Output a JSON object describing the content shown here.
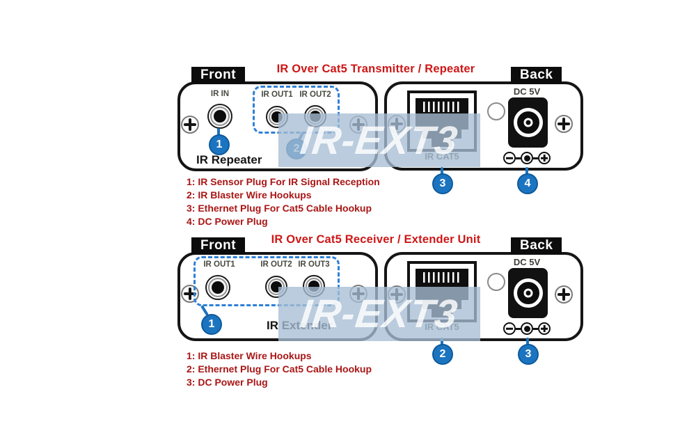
{
  "watermark": {
    "text": "IR-EXT3"
  },
  "colors": {
    "title_red": "#CE1616",
    "legend_red": "#A91515",
    "callout_blue": "#1B74C0",
    "dashed_outline_blue": "#2E7FD6",
    "watermark_band": "#A7BED3",
    "panel_border": "#151515"
  },
  "devices": [
    {
      "title": "IR Over Cat5 Transmitter / Repeater",
      "front_tab": "Front",
      "back_tab": "Back",
      "front": {
        "panel_name": "IR Repeater",
        "ir_in_label": "IR IN",
        "out_labels": [
          "IR OUT1",
          "IR OUT2"
        ],
        "callouts": {
          "sensor": "1",
          "blaster_group": "2"
        }
      },
      "back": {
        "power_label": "DC 5V",
        "rj45_label": "IR CAT5",
        "callouts": {
          "ethernet": "3",
          "power": "4"
        }
      },
      "legend": [
        "1: IR Sensor Plug For IR Signal Reception",
        "2: IR Blaster Wire Hookups",
        "3: Ethernet Plug For Cat5 Cable Hookup",
        "4: DC Power Plug"
      ]
    },
    {
      "title": "IR Over Cat5 Receiver / Extender Unit",
      "front_tab": "Front",
      "back_tab": "Back",
      "front": {
        "panel_name": "IR Extender",
        "out_labels": [
          "IR OUT1",
          "IR OUT2",
          "IR OUT3"
        ],
        "callouts": {
          "blaster_group": "1"
        }
      },
      "back": {
        "power_label": "DC 5V",
        "rj45_label": "IR CAT5",
        "callouts": {
          "ethernet": "2",
          "power": "3"
        }
      },
      "legend": [
        "1: IR Blaster Wire Hookups",
        "2: Ethernet Plug For Cat5 Cable Hookup",
        "3: DC Power Plug"
      ]
    }
  ]
}
